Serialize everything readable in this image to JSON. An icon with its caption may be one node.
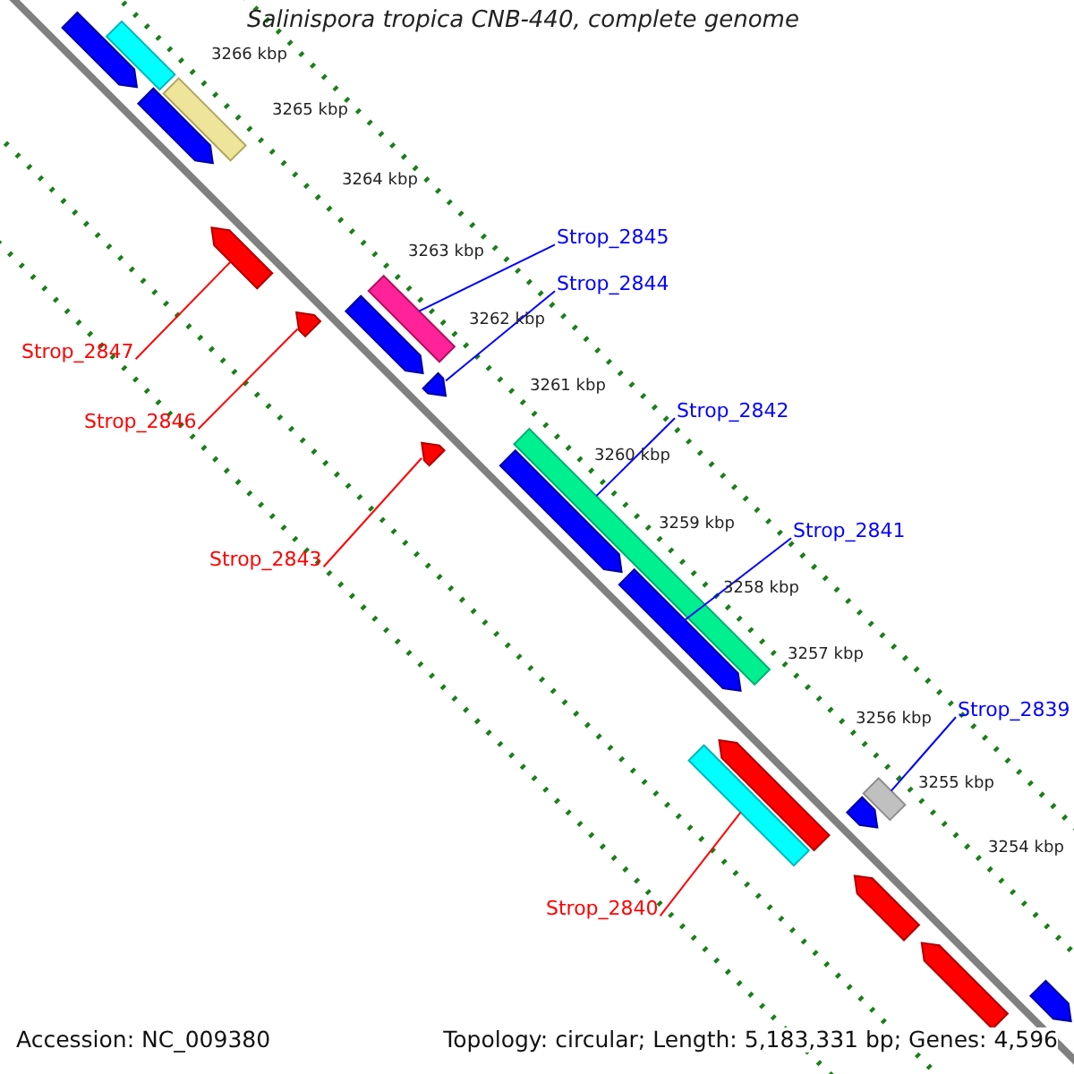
{
  "diagram": {
    "title": "Salinispora tropica CNB-440, complete genome",
    "nodes": [
      {
        "text": [
          "Strop_2845"
        ]
      },
      {
        "text": [],
        "shape": "bar"
      },
      {
        "text": [
          "Strop_2844"
        ]
      },
      {
        "text": [],
        "shape": "arrow"
      },
      {
        "text": [
          "Strop_2847"
        ]
      },
      {
        "text": [],
        "shape": "arrow"
      },
      {
        "text": [
          "Strop_2842"
        ]
      },
      {
        "text": [],
        "shape": "bar"
      },
      {
        "text": [
          "Strop_2846"
        ]
      },
      {
        "text": [],
        "shape": "arrow"
      },
      {
        "text": [
          "Strop_2841"
        ]
      },
      {
        "text": [],
        "shape": "arrow"
      },
      {
        "text": [
          "Strop_2843"
        ]
      },
      {
        "text": [],
        "shape": "arrow"
      },
      {
        "text": [
          "Strop_2839"
        ]
      },
      {
        "text": [],
        "shape": "bar"
      },
      {
        "text": [
          "Strop_2840"
        ]
      },
      {
        "text": [],
        "shape": "bar"
      },
      {
        "text": [],
        "shape": "arrow"
      },
      {
        "text": [],
        "shape": "bar"
      },
      {
        "text": [],
        "shape": "arrow"
      },
      {
        "text": [],
        "shape": "bar"
      },
      {
        "text": [],
        "shape": "arrow"
      },
      {
        "text": [],
        "shape": "arrow"
      },
      {
        "text": [],
        "shape": "arrow"
      },
      {
        "text": [],
        "shape": "arrow"
      },
      {
        "text": [],
        "shape": "arrow"
      },
      {
        "text": [],
        "shape": "arrow"
      },
      {
        "text": [],
        "shape": "arrow"
      }
    ],
    "edges": [
      {
        "from": 0,
        "to": 1,
        "arrow": "none"
      },
      {
        "from": 2,
        "to": 3,
        "arrow": "none"
      },
      {
        "from": 4,
        "to": 5,
        "arrow": "none",
        "color": "#ff0000"
      },
      {
        "from": 6,
        "to": 7,
        "arrow": "none"
      },
      {
        "from": 8,
        "to": 9,
        "arrow": "none",
        "color": "#ff0000"
      },
      {
        "from": 10,
        "to": 11,
        "arrow": "none"
      },
      {
        "from": 12,
        "to": 13,
        "arrow": "none",
        "color": "#ff0000"
      },
      {
        "from": 14,
        "to": 15,
        "arrow": "none"
      },
      {
        "from": 16,
        "to": 17,
        "arrow": "none",
        "color": "#ff0000"
      }
    ],
    "labels": [
      "3266 kbp",
      "3265 kbp",
      "3264 kbp",
      "3263 kbp",
      "3262 kbp",
      "3261 kbp",
      "3260 kbp",
      "3259 kbp",
      "3258 kbp",
      "3257 kbp",
      "3256 kbp",
      "3255 kbp",
      "3254 kbp",
      "Accession: NC_009380",
      "Topology: circular; Length: 5,183,331 bp; Genes: 4,596"
    ]
  }
}
